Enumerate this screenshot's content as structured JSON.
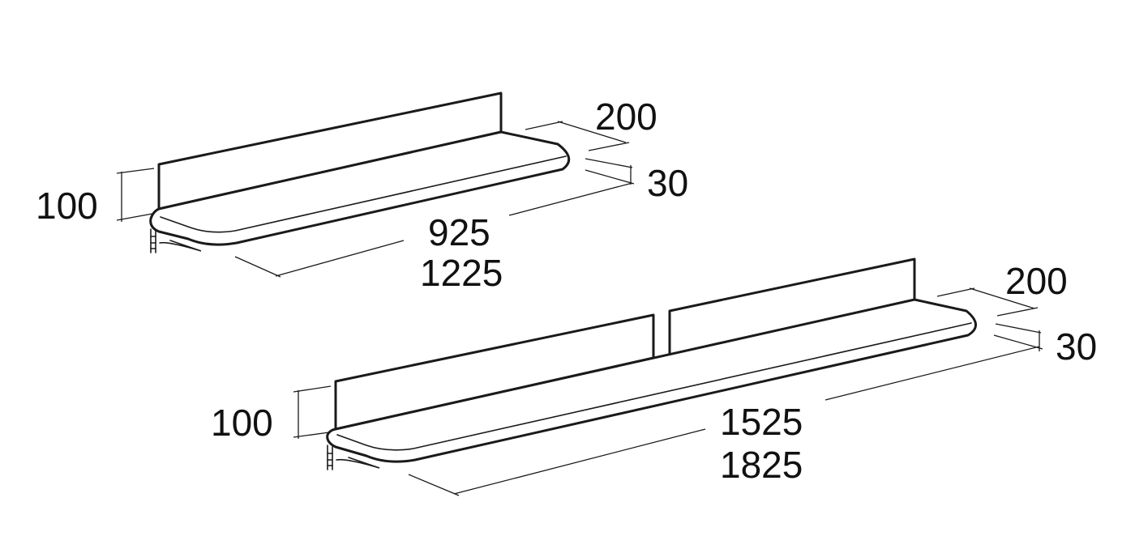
{
  "shelf_small": {
    "depth": "200",
    "thickness": "30",
    "back_height": "100",
    "length_a": "925",
    "length_b": "1225"
  },
  "shelf_large": {
    "depth": "200",
    "thickness": "30",
    "back_height": "100",
    "length_a": "1525",
    "length_b": "1825"
  }
}
